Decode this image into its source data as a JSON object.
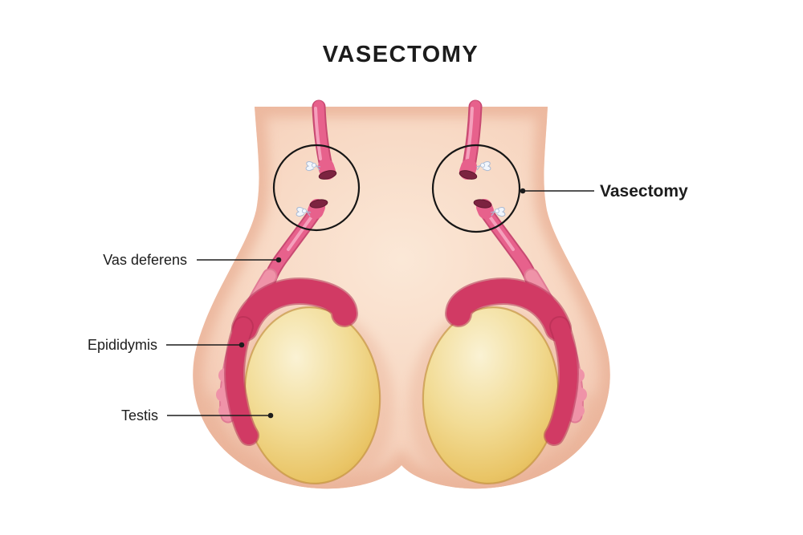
{
  "diagram": {
    "title": "VASECTOMY",
    "labels": {
      "vasectomy": "Vasectomy",
      "vas_deferens": "Vas deferens",
      "epididymis": "Epididymis",
      "testis": "Testis"
    },
    "colors": {
      "background": "#ffffff",
      "text": "#1c1c1c",
      "outline": "#161616",
      "skin_light": "#fbe8d7",
      "skin_mid": "#f7d6c1",
      "skin_edge": "#f1c2ac",
      "skin_shade": "#eab399",
      "tube_main": "#e7618c",
      "tube_dark": "#c84a72",
      "tube_highlight": "#f7abc4",
      "cord_light": "#ef93a8",
      "cord_dark": "#e07b95",
      "epididymis": "#d13a64",
      "epididymis_dark": "#b12b50",
      "testis_highlight": "#faf2d4",
      "testis_light": "#f2dc96",
      "testis_mid": "#e9c465",
      "testis_deep": "#d9a94b",
      "testis_rim": "#c2913c",
      "opening_dark": "#7c2340",
      "tie_white": "#f2f6fc",
      "tie_edge": "#a9bad4"
    }
  }
}
